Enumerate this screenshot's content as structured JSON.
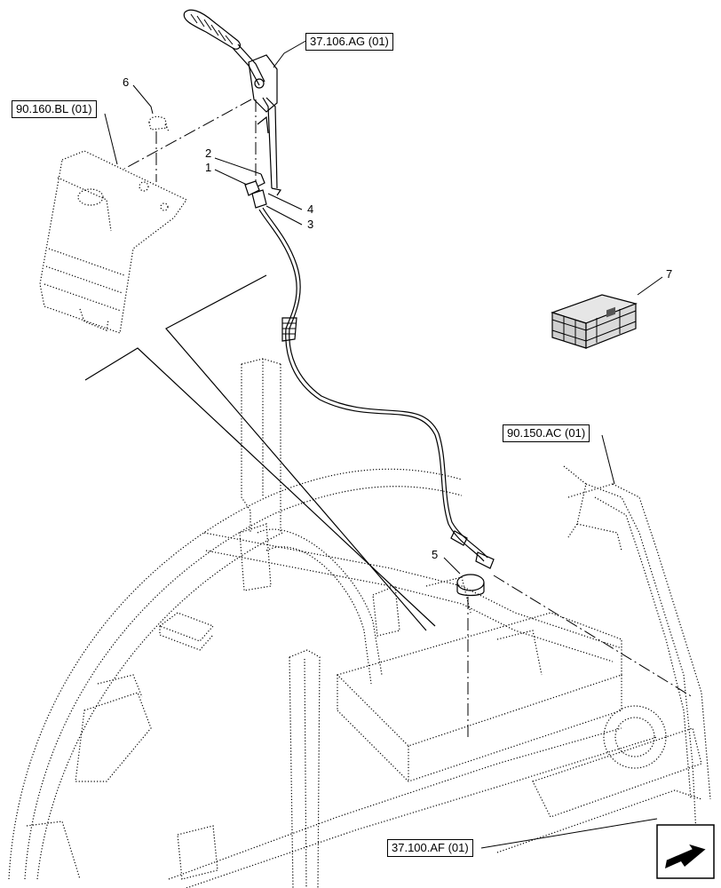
{
  "references": {
    "lever_ref": "37.106.AG (01)",
    "panel_ref": "90.160.BL (01)",
    "pillar_ref": "90.150.AC (01)",
    "frame_ref": "37.100.AF (01)"
  },
  "callouts": {
    "c1": "1",
    "c2": "2",
    "c3": "3",
    "c4": "4",
    "c5": "5",
    "c6": "6",
    "c7": "7"
  },
  "icons": {
    "nav": "next-page-arrow-icon",
    "kit": "kit-box-icon"
  }
}
